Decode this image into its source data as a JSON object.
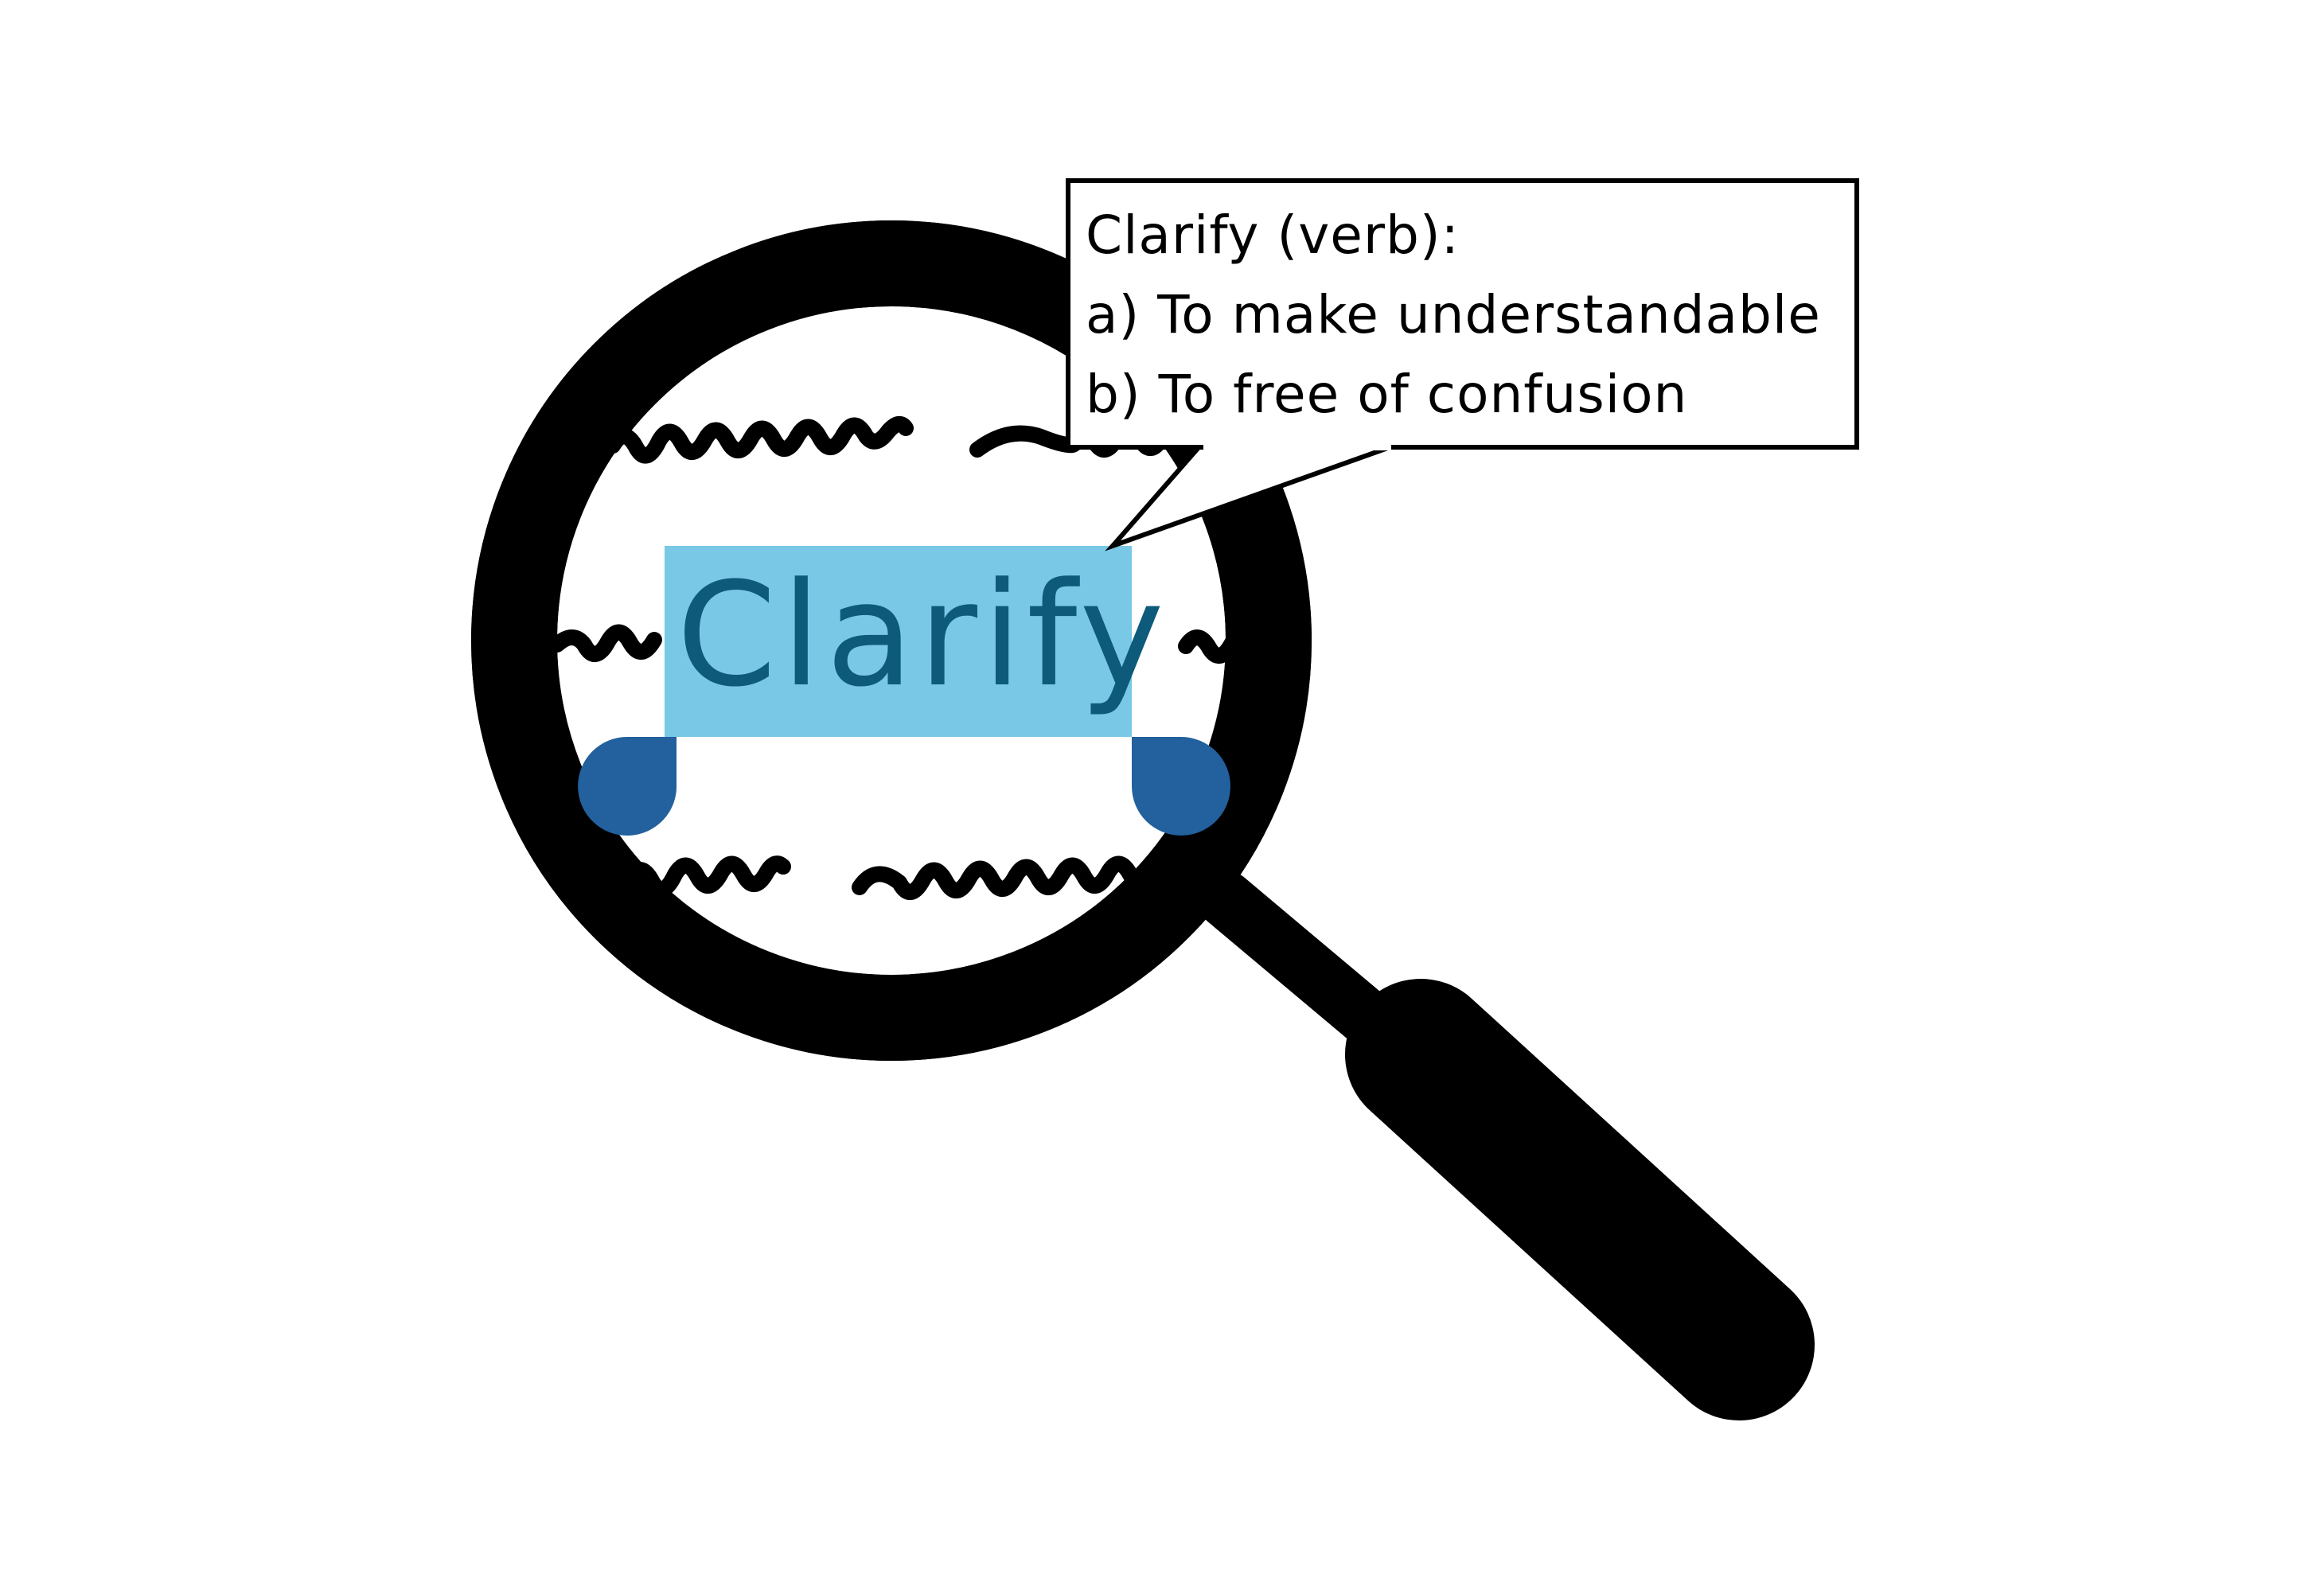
{
  "selection": {
    "word": "Clarify",
    "highlight_color": "#78c8e6",
    "text_color": "#0d5a7a",
    "handle_color": "#22609e"
  },
  "definition": {
    "lines": [
      "Clarify (verb):",
      "a) To make understandable",
      "b) To free of confusion"
    ]
  },
  "icons": {
    "magnifier": "magnifying-glass-icon",
    "selection_handles": "text-selection-handle-icon"
  },
  "colors": {
    "ink": "#000000",
    "background": "#ffffff"
  }
}
